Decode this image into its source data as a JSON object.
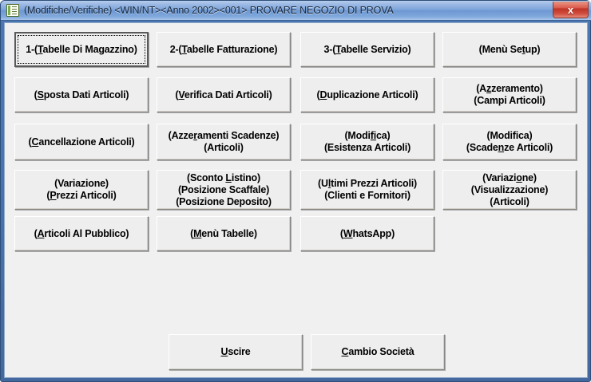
{
  "window": {
    "title": "(Modifiche/Verifiche) <WIN/NT><Anno 2002><001>  PROVARE NEGOZIO DI PROVA",
    "icon": "document-list-icon",
    "close_label": "x",
    "colors": {
      "titlebar_start": "#b7cdec",
      "titlebar_end": "#a9c4e8",
      "frame": "#4a77b4",
      "client_bg": "#f0f0f0",
      "button_face": "#eeeeee",
      "close_button": "#bf3326"
    }
  },
  "grid": {
    "buttons": [
      {
        "id": "tabelle-di-magazzino",
        "pre": "1-(",
        "accel": "T",
        "post": "abelle Di Magazzino)",
        "lines": 1,
        "row": 1,
        "col": 1,
        "focused": true
      },
      {
        "id": "tabelle-fatturazione",
        "pre": "2-(",
        "accel": "T",
        "post": "abelle Fatturazione)",
        "lines": 1,
        "row": 1,
        "col": 2,
        "focused": false
      },
      {
        "id": "tabelle-servizio",
        "pre": "3-(",
        "accel": "T",
        "post": "abelle Servizio)",
        "lines": 1,
        "row": 1,
        "col": 3,
        "focused": false
      },
      {
        "id": "menu-setup",
        "pre": "(Menù Se",
        "accel": "t",
        "post": "up)",
        "lines": 1,
        "row": 1,
        "col": 4,
        "focused": false
      },
      {
        "id": "sposta-dati-articoli",
        "pre": "(",
        "accel": "S",
        "post": "posta Dati Articoli)",
        "lines": 1,
        "row": 2,
        "col": 1,
        "focused": false
      },
      {
        "id": "verifica-dati-articoli",
        "pre": "(",
        "accel": "V",
        "post": "erifica Dati Articoli)",
        "lines": 1,
        "row": 2,
        "col": 2,
        "focused": false
      },
      {
        "id": "duplicazione-articoli",
        "pre": "(",
        "accel": "D",
        "post": "uplicazione Articoli)",
        "lines": 1,
        "row": 2,
        "col": 3,
        "focused": false
      },
      {
        "id": "azzeramento-campi-articoli",
        "pre": "(A",
        "accel": "z",
        "post": "zeramento)\n(Campi Articoli)",
        "lines": 2,
        "row": 2,
        "col": 4,
        "focused": false
      },
      {
        "id": "cancellazione-articoli",
        "pre": "(",
        "accel": "C",
        "post": "ancellazione Articoli)",
        "lines": 1,
        "row": 3,
        "col": 1,
        "focused": false
      },
      {
        "id": "azzeramenti-scadenze-articoli",
        "pre": "(Azze",
        "accel": "r",
        "post": "amenti Scadenze)\n(Articoli)",
        "lines": 2,
        "row": 3,
        "col": 2,
        "focused": false
      },
      {
        "id": "modifica-esistenza-articoli",
        "pre": "(Modi",
        "accel": "fi",
        "post": "ca)\n(Esistenza Articoli)",
        "lines": 2,
        "row": 3,
        "col": 3,
        "focused": false
      },
      {
        "id": "modifica-scadenze-articoli",
        "pre": "(Modifica)\n(Scade",
        "accel": "n",
        "post": "ze Articoli)",
        "lines": 2,
        "row": 3,
        "col": 4,
        "focused": false
      },
      {
        "id": "variazione-prezzi-articoli",
        "pre": "(Variazione)\n(",
        "accel": "P",
        "post": "rezzi Articoli)",
        "lines": 2,
        "row": 4,
        "col": 1,
        "focused": false
      },
      {
        "id": "sconto-listino-posizione",
        "pre": "(Sconto ",
        "accel": "L",
        "post": "istino)\n(Posizione Scaffale)\n(Posizione Deposito)",
        "lines": 3,
        "row": 4,
        "col": 2,
        "focused": false
      },
      {
        "id": "ultimi-prezzi-articoli",
        "pre": "(U",
        "accel": "l",
        "post": "timi Prezzi Articoli)\n(Clienti e Fornitori)",
        "lines": 2,
        "row": 4,
        "col": 3,
        "focused": false
      },
      {
        "id": "variazione-visualizzazione-articoli",
        "pre": "(Variazi",
        "accel": "o",
        "post": "ne)\n(Visualizzazione)\n(Articoli)",
        "lines": 3,
        "row": 4,
        "col": 4,
        "focused": false
      },
      {
        "id": "articoli-al-pubblico",
        "pre": "(",
        "accel": "A",
        "post": "rticoli Al Pubblico)",
        "lines": 1,
        "row": 5,
        "col": 1,
        "focused": false
      },
      {
        "id": "menu-tabelle",
        "pre": "(",
        "accel": "M",
        "post": "enù Tabelle)",
        "lines": 1,
        "row": 5,
        "col": 2,
        "focused": false
      },
      {
        "id": "whatsapp",
        "pre": "(",
        "accel": "W",
        "post": "hatsApp)",
        "lines": 1,
        "row": 5,
        "col": 3,
        "focused": false
      }
    ]
  },
  "footer": {
    "buttons": [
      {
        "id": "uscire",
        "pre": "",
        "accel": "U",
        "post": "scire"
      },
      {
        "id": "cambio-societa",
        "pre": "",
        "accel": "C",
        "post": "ambio Società"
      }
    ]
  }
}
